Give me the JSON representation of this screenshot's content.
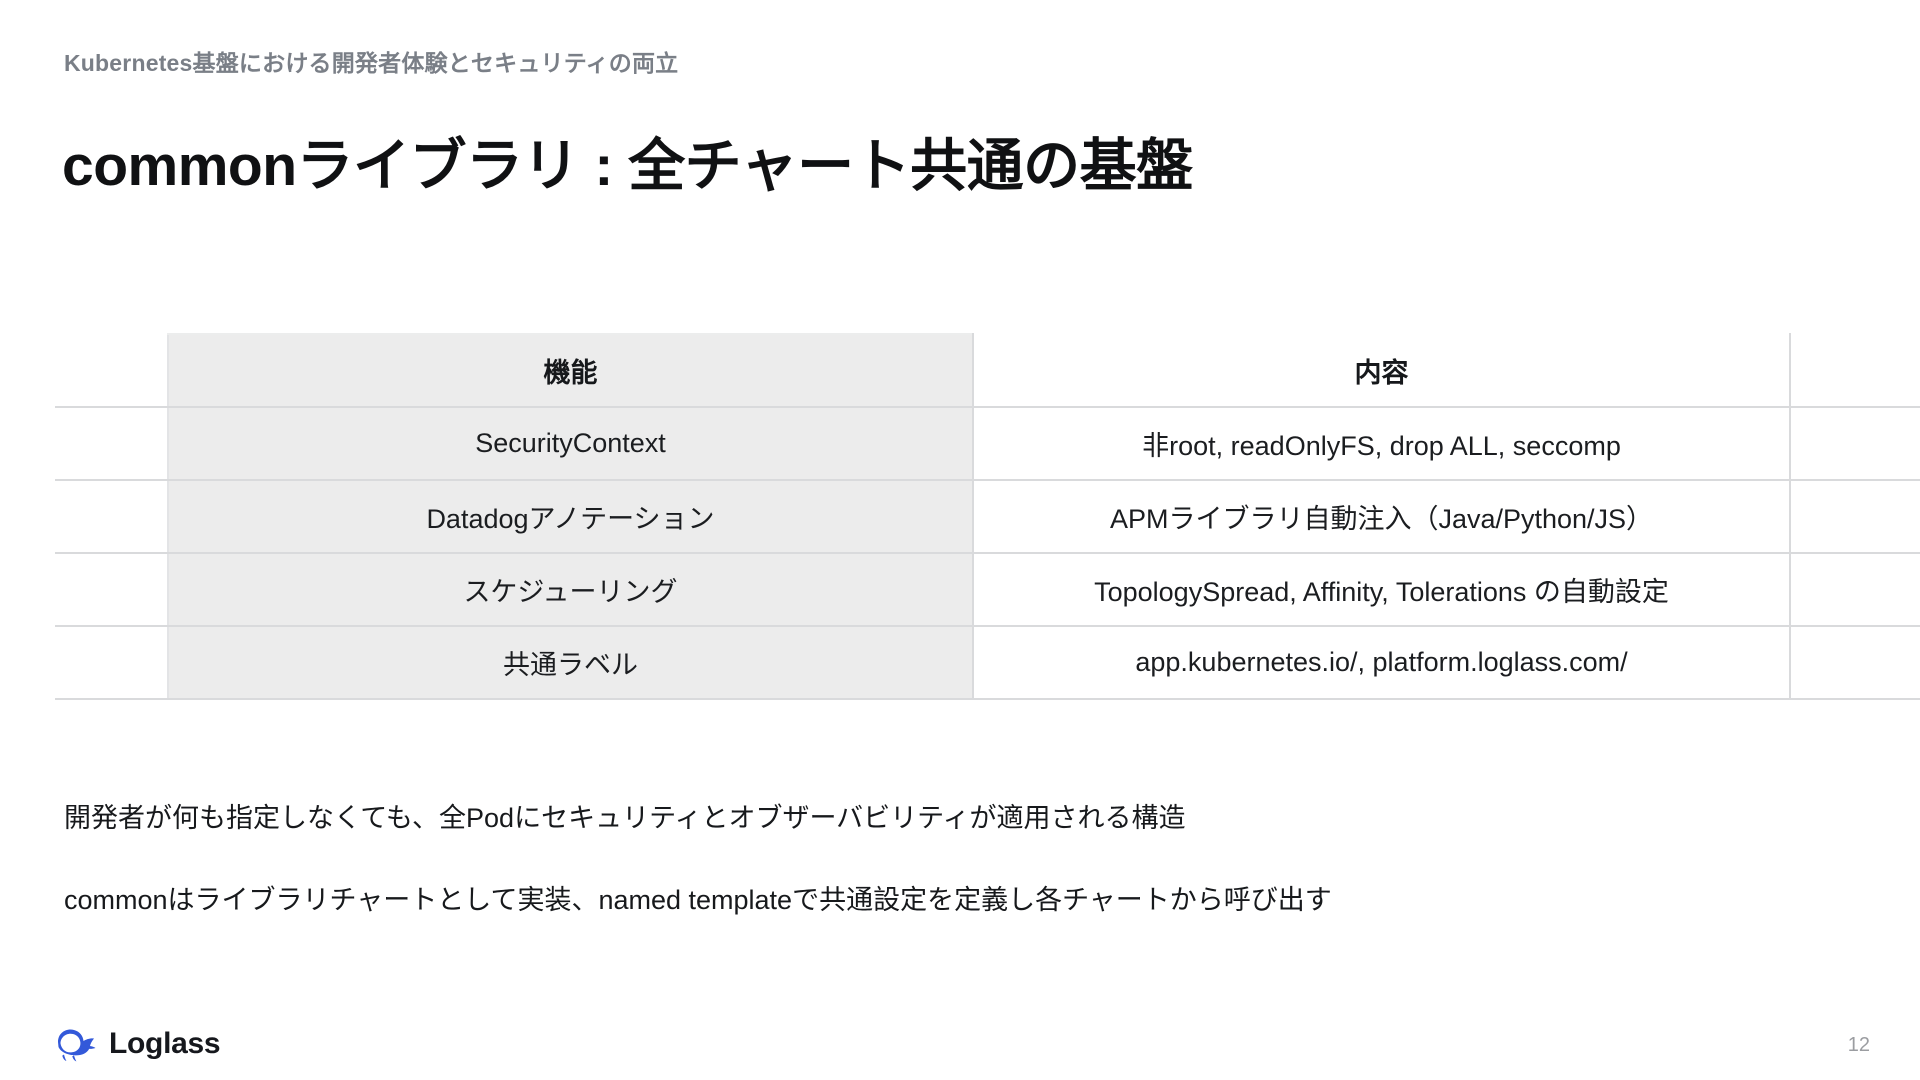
{
  "deck": {
    "eyebrow": "Kubernetes基盤における開発者体験とセキュリティの両立",
    "title": "commonライブラリ : 全チャート共通の基盤",
    "page_number": "12"
  },
  "table": {
    "columns": [
      "機能",
      "内容"
    ],
    "rows": [
      {
        "feature": "SecurityContext",
        "detail": "非root, readOnlyFS, drop ALL, seccomp"
      },
      {
        "feature": "Datadogアノテーション",
        "detail": "APMライブラリ自動注入（Java/Python/JS）"
      },
      {
        "feature": "スケジューリング",
        "detail": "TopologySpread, Affinity, Tolerations の自動設定"
      },
      {
        "feature": "共通ラベル",
        "detail": "app.kubernetes.io/, platform.loglass.com/"
      }
    ]
  },
  "notes": [
    "開発者が何も指定しなくても、全Podにセキュリティとオブザーバビリティが適用される構造",
    "commonはライブラリチャートとして実装、named templateで共通設定を定義し各チャートから呼び出す"
  ],
  "footer": {
    "brand": "Loglass",
    "logo_icon": "whale-icon"
  },
  "colors": {
    "eyebrow": "#7a7f87",
    "title": "#101113",
    "header_fill": "#ececec",
    "row_fill": "#ececec",
    "rule": "#d9dadc",
    "brand_blue": "#3359d9",
    "page_num": "#9b9da1"
  }
}
